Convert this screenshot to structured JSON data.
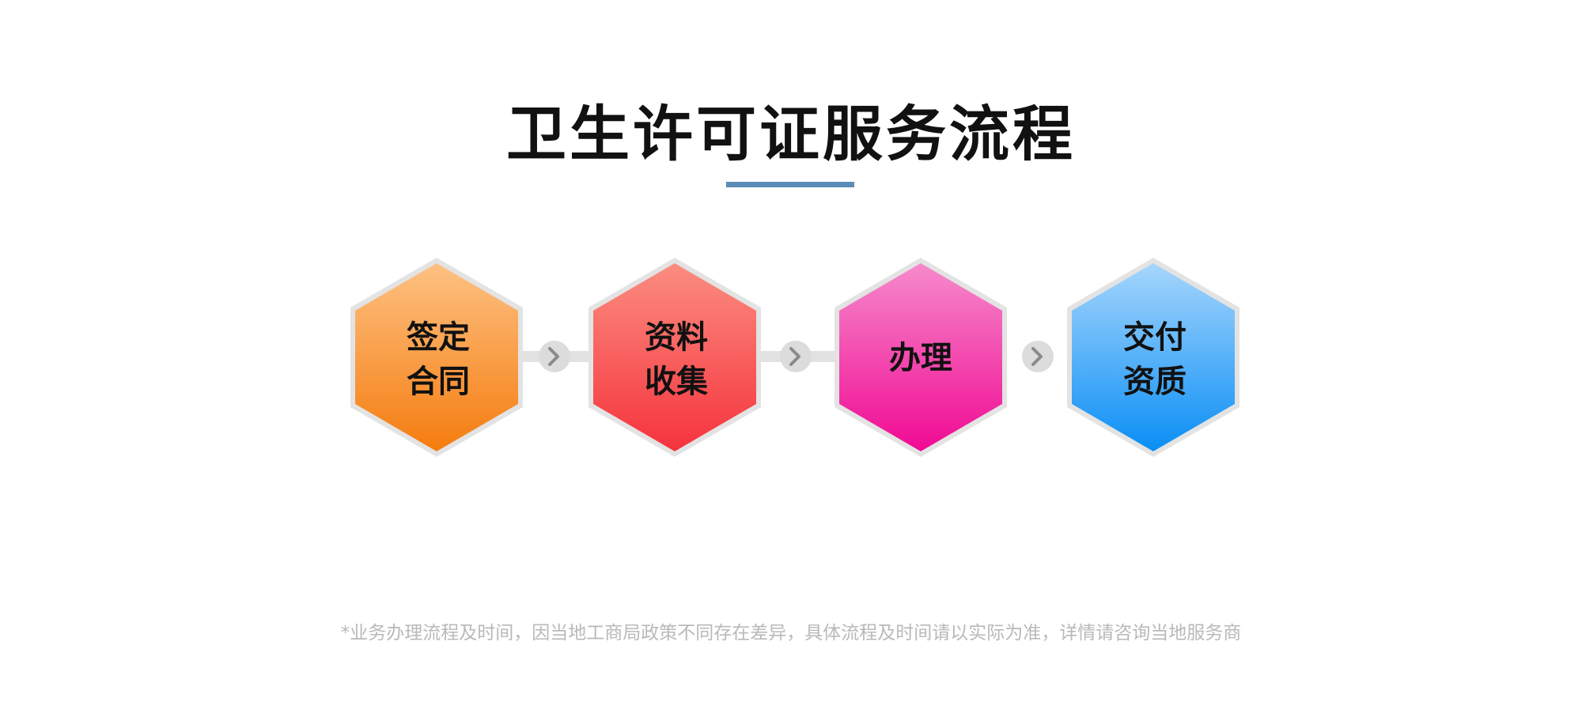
{
  "title": "卫生许可证服务流程",
  "colors": {
    "underline": "#5b8db8",
    "connector": "#e2e2e2",
    "arrow_circle": "#dcdcdc",
    "arrow_chevron": "#8a8a8a",
    "hex_border": "#e3e3e3"
  },
  "steps": [
    {
      "line1": "签定",
      "line2": "合同",
      "color_top": "#fdc184",
      "color_bottom": "#f57c0e"
    },
    {
      "line1": "资料",
      "line2": "收集",
      "color_top": "#fb8d80",
      "color_bottom": "#f5333d"
    },
    {
      "line1": "办理",
      "line2": "",
      "color_top": "#f68acb",
      "color_bottom": "#f00a93"
    },
    {
      "line1": "交付",
      "line2": "资质",
      "color_top": "#a6d6fc",
      "color_bottom": "#0a8ef5"
    }
  ],
  "connector_icon": "chevron-right-icon",
  "footnote": "*业务办理流程及时间，因当地工商局政策不同存在差异，具体流程及时间请以实际为准，详情请咨询当地服务商"
}
